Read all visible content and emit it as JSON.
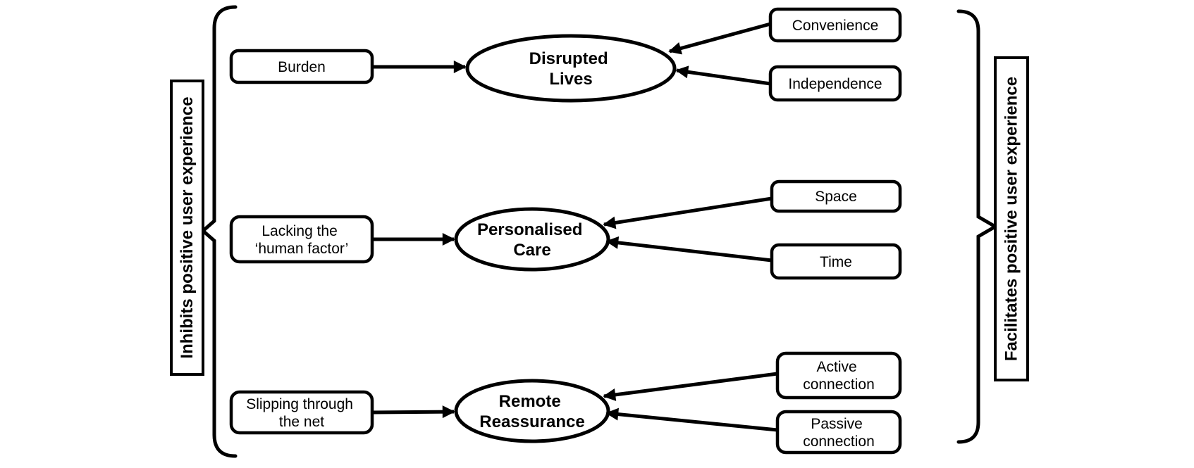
{
  "diagram": {
    "left_bracket_label": "Inhibits positive user experience",
    "right_bracket_label": "Facilitates positive user experience",
    "themes": [
      {
        "name": "Disrupted Lives",
        "lines": [
          "Disrupted",
          "Lives"
        ]
      },
      {
        "name": "Personalised Care",
        "lines": [
          "Personalised",
          "Care"
        ]
      },
      {
        "name": "Remote Reassurance",
        "lines": [
          "Remote",
          "Reassurance"
        ]
      }
    ],
    "inhibitors": [
      {
        "lines": [
          "Burden"
        ],
        "connects_to": "Disrupted Lives"
      },
      {
        "lines": [
          "Lacking the",
          "‘human factor’"
        ],
        "connects_to": "Personalised Care"
      },
      {
        "lines": [
          "Slipping through",
          "the net"
        ],
        "connects_to": "Remote Reassurance"
      }
    ],
    "facilitators": [
      {
        "lines": [
          "Convenience"
        ],
        "connects_to": "Disrupted Lives"
      },
      {
        "lines": [
          "Independence"
        ],
        "connects_to": "Disrupted Lives"
      },
      {
        "lines": [
          "Space"
        ],
        "connects_to": "Personalised Care"
      },
      {
        "lines": [
          "Time"
        ],
        "connects_to": "Personalised Care"
      },
      {
        "lines": [
          "Active",
          "connection"
        ],
        "connects_to": "Remote Reassurance"
      },
      {
        "lines": [
          "Passive",
          "connection"
        ],
        "connects_to": "Remote Reassurance"
      }
    ],
    "colors": {
      "ink": "#000000",
      "background": "#ffffff"
    }
  }
}
